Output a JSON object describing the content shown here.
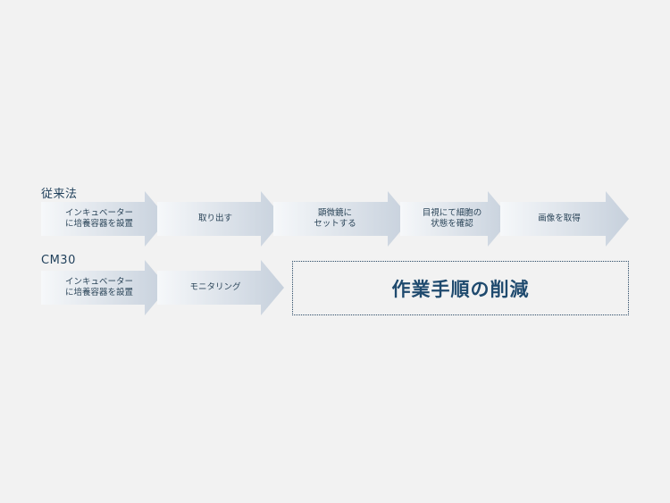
{
  "rows": [
    {
      "label": "従来法",
      "steps": [
        "インキュベーター\nに培養容器を設置",
        "取り出す",
        "顕微鏡に\nセットする",
        "目視にて細胞の\n状態を確認",
        "画像を取得"
      ]
    },
    {
      "label": "CM30",
      "steps": [
        "インキュベーター\nに培養容器を設置",
        "モニタリング"
      ],
      "emphasis": "作業手順の削減"
    }
  ],
  "colors": {
    "arrow_light": "#f4f6f9",
    "arrow_dark": "#c9d3de",
    "label": "#1f3f5a",
    "emphasis": "#1f4a6e",
    "border": "#2b4a66"
  }
}
